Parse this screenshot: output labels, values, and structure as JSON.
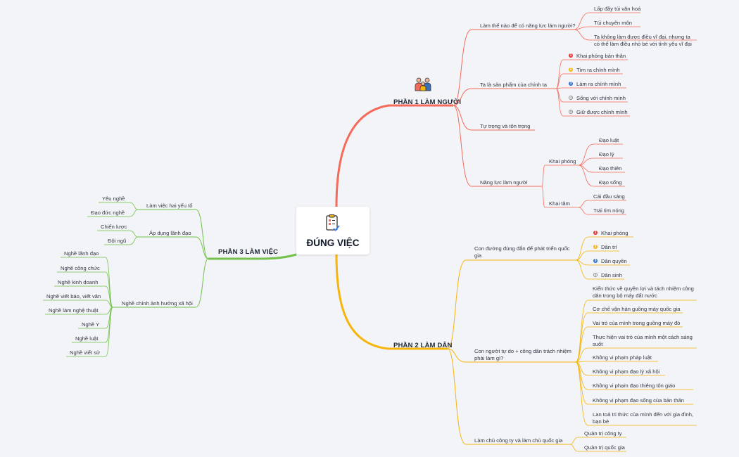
{
  "root": {
    "title": "ĐÚNG VIỆC",
    "icon": "clipboard-checklist-icon"
  },
  "colors": {
    "part1": "#f46a5b",
    "part2": "#f5b50c",
    "part3": "#73c04a"
  },
  "part1": {
    "title": "PHẦN 1 LÀM NGƯỜI",
    "icon": "people-icon",
    "b1": {
      "label": "Làm thế nào để có năng lực làm người?",
      "items": [
        "Lấp đầy túi văn hoá",
        "Túi chuyên môn",
        "Ta không làm được điều vĩ đại, nhưng ta có thể làm điều nhỏ bé với tình yêu vĩ đại"
      ]
    },
    "b2": {
      "label": "Ta là sản phẩm của chính ta",
      "items": [
        "Khai phóng bản thân",
        "Tìm ra chính mình",
        "Làm ra chính mình",
        "Sống với chính mình",
        "Giữ được chính mình"
      ],
      "markers": [
        "1",
        "2",
        "3",
        "4",
        "5"
      ]
    },
    "b3": {
      "label": "Tự trọng và tôn trọng"
    },
    "b4": {
      "label": "Năng lực làm người",
      "khai_phong": {
        "label": "Khai phóng",
        "items": [
          "Đạo luật",
          "Đạo lý",
          "Đạo thiên",
          "Đạo sống"
        ]
      },
      "khai_tam": {
        "label": "Khai tâm",
        "items": [
          "Cái đầu sáng",
          "Trái tim nóng"
        ]
      }
    }
  },
  "part2": {
    "title": "PHẦN 2 LÀM DÂN",
    "b1": {
      "label": "Con đường đúng đắn để phát triển quốc gia",
      "items": [
        "Khai phóng",
        "Dân trí",
        "Dân quyền",
        "Dân sinh"
      ],
      "markers": [
        "1",
        "2",
        "3",
        "4"
      ]
    },
    "b2": {
      "label": "Con người tự do + công dân trách nhiệm phải làm gì?",
      "items": [
        "Kiến thức về quyền lợi và tách nhiệm công dân trong bộ máy đất nước",
        "Cơ chế vận hàn guồng máy quốc gia",
        "Vai trò của mình trong guồng máy đó",
        "Thực hiện vai trò của mình một cách sáng suốt",
        "Không vi phạm pháp luật",
        "Không vi phạm đạo lý xã hội",
        "Không vi phạm đạo thiêng tôn giáo",
        "Không vi phạm đạo sống của bản thân",
        "Lan toả tri thức của mình đến với gia đình, bạn bè"
      ]
    },
    "b3": {
      "label": "Làm chủ công ty và làm chủ quốc gia",
      "items": [
        "Quản trị công ty",
        "Quản trị quốc gia"
      ]
    }
  },
  "part3": {
    "title": "PHẦN 3 LÀM VIỆC",
    "b1": {
      "label": "Làm việc hai yếu tố",
      "items": [
        "Yêu nghề",
        "Đạo đức nghề"
      ]
    },
    "b2": {
      "label": "Áp dụng lãnh đạo",
      "items": [
        "Chiến lược",
        "Đội ngũ"
      ]
    },
    "b3": {
      "label": "Nghề chính ảnh hưởng xã hội",
      "items": [
        "Nghề lãnh đạo",
        "Nghề công chức",
        "Nghề kinh doanh",
        "Nghề viết báo, viết văn",
        "Nghề làm nghệ thuật",
        "Nghề Y",
        "Nghề luật",
        "Nghề viết sử"
      ]
    }
  }
}
